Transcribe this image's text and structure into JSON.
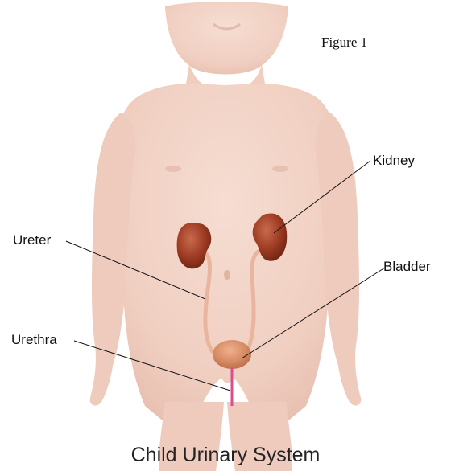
{
  "figure": {
    "figure_number": "Figure 1",
    "caption": "Child Urinary System"
  },
  "labels": {
    "kidney": "Kidney",
    "ureter": "Ureter",
    "bladder": "Bladder",
    "urethra": "Urethra"
  },
  "colors": {
    "skin": "#f2d3c6",
    "skin_shadow": "#e7bfb0",
    "kidney": "#9c3a22",
    "ureter": "#e9b69d",
    "bladder": "#d58a63",
    "urethra": "#d94f8d",
    "leader_line": "#111111"
  }
}
